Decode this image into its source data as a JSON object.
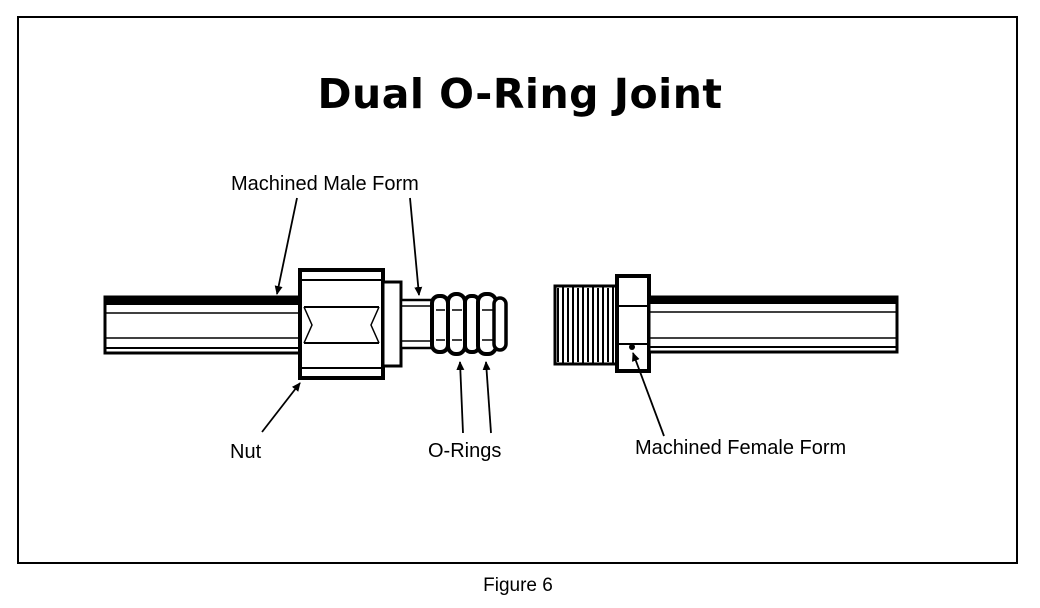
{
  "diagram": {
    "title": "Dual O-Ring Joint",
    "labels": {
      "male_form": "Machined Male Form",
      "nut": "Nut",
      "o_rings": "O-Rings",
      "female_form": "Machined Female Form"
    },
    "caption": "Figure 6"
  }
}
